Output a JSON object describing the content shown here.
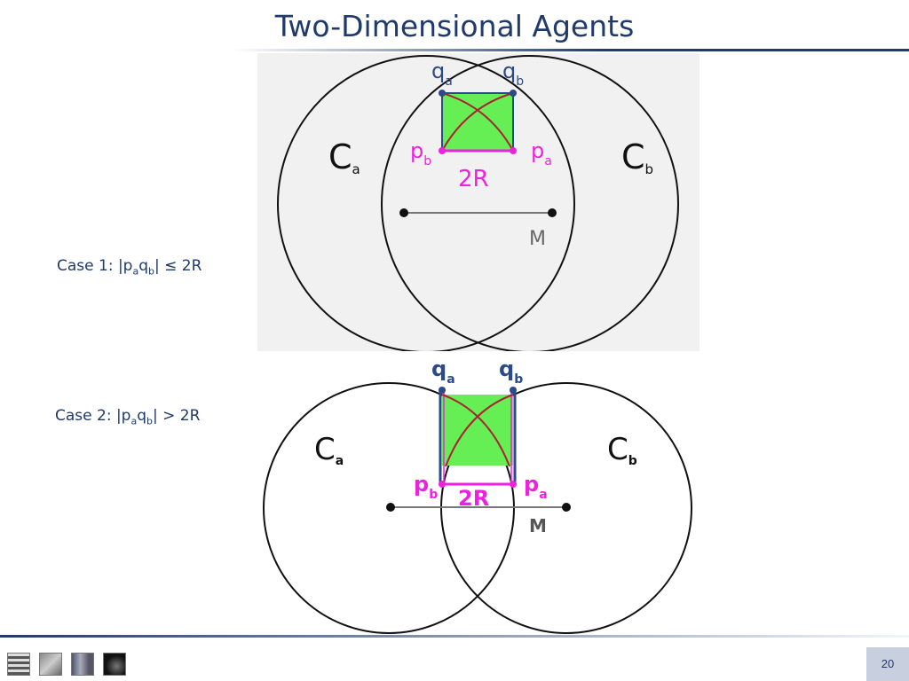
{
  "slide": {
    "title": "Two-Dimensional Agents",
    "page_number": "20"
  },
  "cases": [
    {
      "prefix": "Case 1: |p",
      "sub1": "a",
      "mid": "q",
      "sub2": "b",
      "suffix": "| ≤ 2R"
    },
    {
      "prefix": "Case 2: |p",
      "sub1": "a",
      "mid": "q",
      "sub2": "b",
      "suffix": "| > 2R"
    }
  ],
  "diagram1": {
    "label_qa": "q",
    "label_qa_sub": "a",
    "label_qb": "q",
    "label_qb_sub": "b",
    "label_pb": "p",
    "label_pb_sub": "b",
    "label_pa": "p",
    "label_pa_sub": "a",
    "label_ca": "C",
    "label_ca_sub": "a",
    "label_cb": "C",
    "label_cb_sub": "b",
    "label_2r": "2R",
    "label_m": "M"
  },
  "diagram2": {
    "label_qa": "q",
    "label_qa_sub": "a",
    "label_qb": "q",
    "label_qb_sub": "b",
    "label_pb": "p",
    "label_pb_sub": "b",
    "label_pa": "p",
    "label_pa_sub": "a",
    "label_ca": "C",
    "label_ca_sub": "a",
    "label_cb": "C",
    "label_cb_sub": "b",
    "label_2r": "2R",
    "label_m": "M"
  },
  "colors": {
    "title": "#1f3a6b",
    "rectangle_fill": "#66ee55",
    "magenta": "#ee22dd",
    "arc": "#aa2233",
    "point_blue": "#2a4a8a",
    "diagram_bg": "#f1f1f1"
  },
  "footer": {
    "thumbnails": [
      "slide-thumb-1",
      "slide-thumb-2",
      "slide-thumb-3",
      "slide-thumb-4"
    ]
  }
}
